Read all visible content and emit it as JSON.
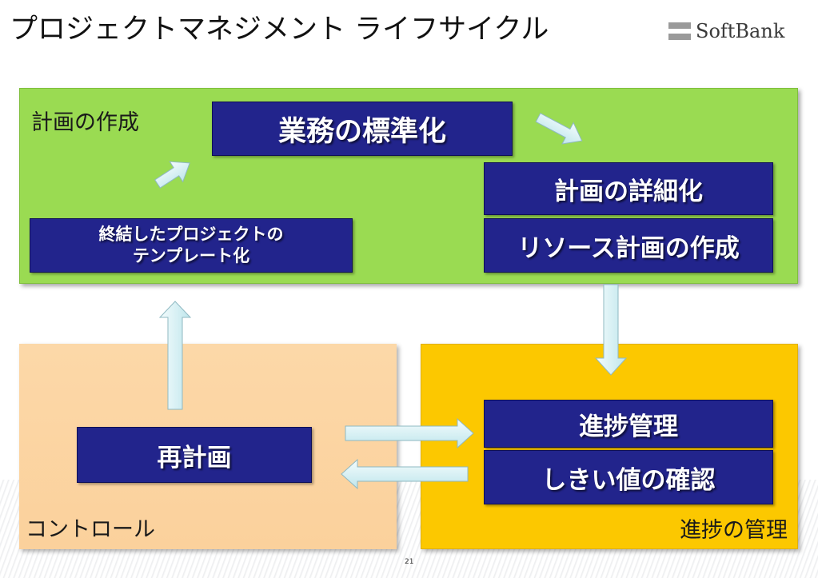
{
  "slide": {
    "title": "プロジェクトマネジメント ライフサイクル",
    "page_number": "21"
  },
  "logo": {
    "text": "SoftBank"
  },
  "panels": {
    "plan": {
      "label": "計画の作成",
      "boxes": {
        "standardize": "業務の標準化",
        "detail": "計画の詳細化",
        "resource": "リソース計画の作成",
        "template_line1": "終結したプロジェクトの",
        "template_line2": "テンプレート化"
      }
    },
    "control": {
      "label": "コントロール",
      "boxes": {
        "replan": "再計画"
      }
    },
    "progress": {
      "label": "進捗の管理",
      "boxes": {
        "track": "進捗管理",
        "threshold": "しきい値の確認"
      }
    }
  },
  "colors": {
    "plan_panel": "#9adb52",
    "control_panel": "#fbd19c",
    "progress_panel": "#fcc800",
    "box_fill": "#22248c",
    "arrow_fill": "#dff4f7"
  }
}
